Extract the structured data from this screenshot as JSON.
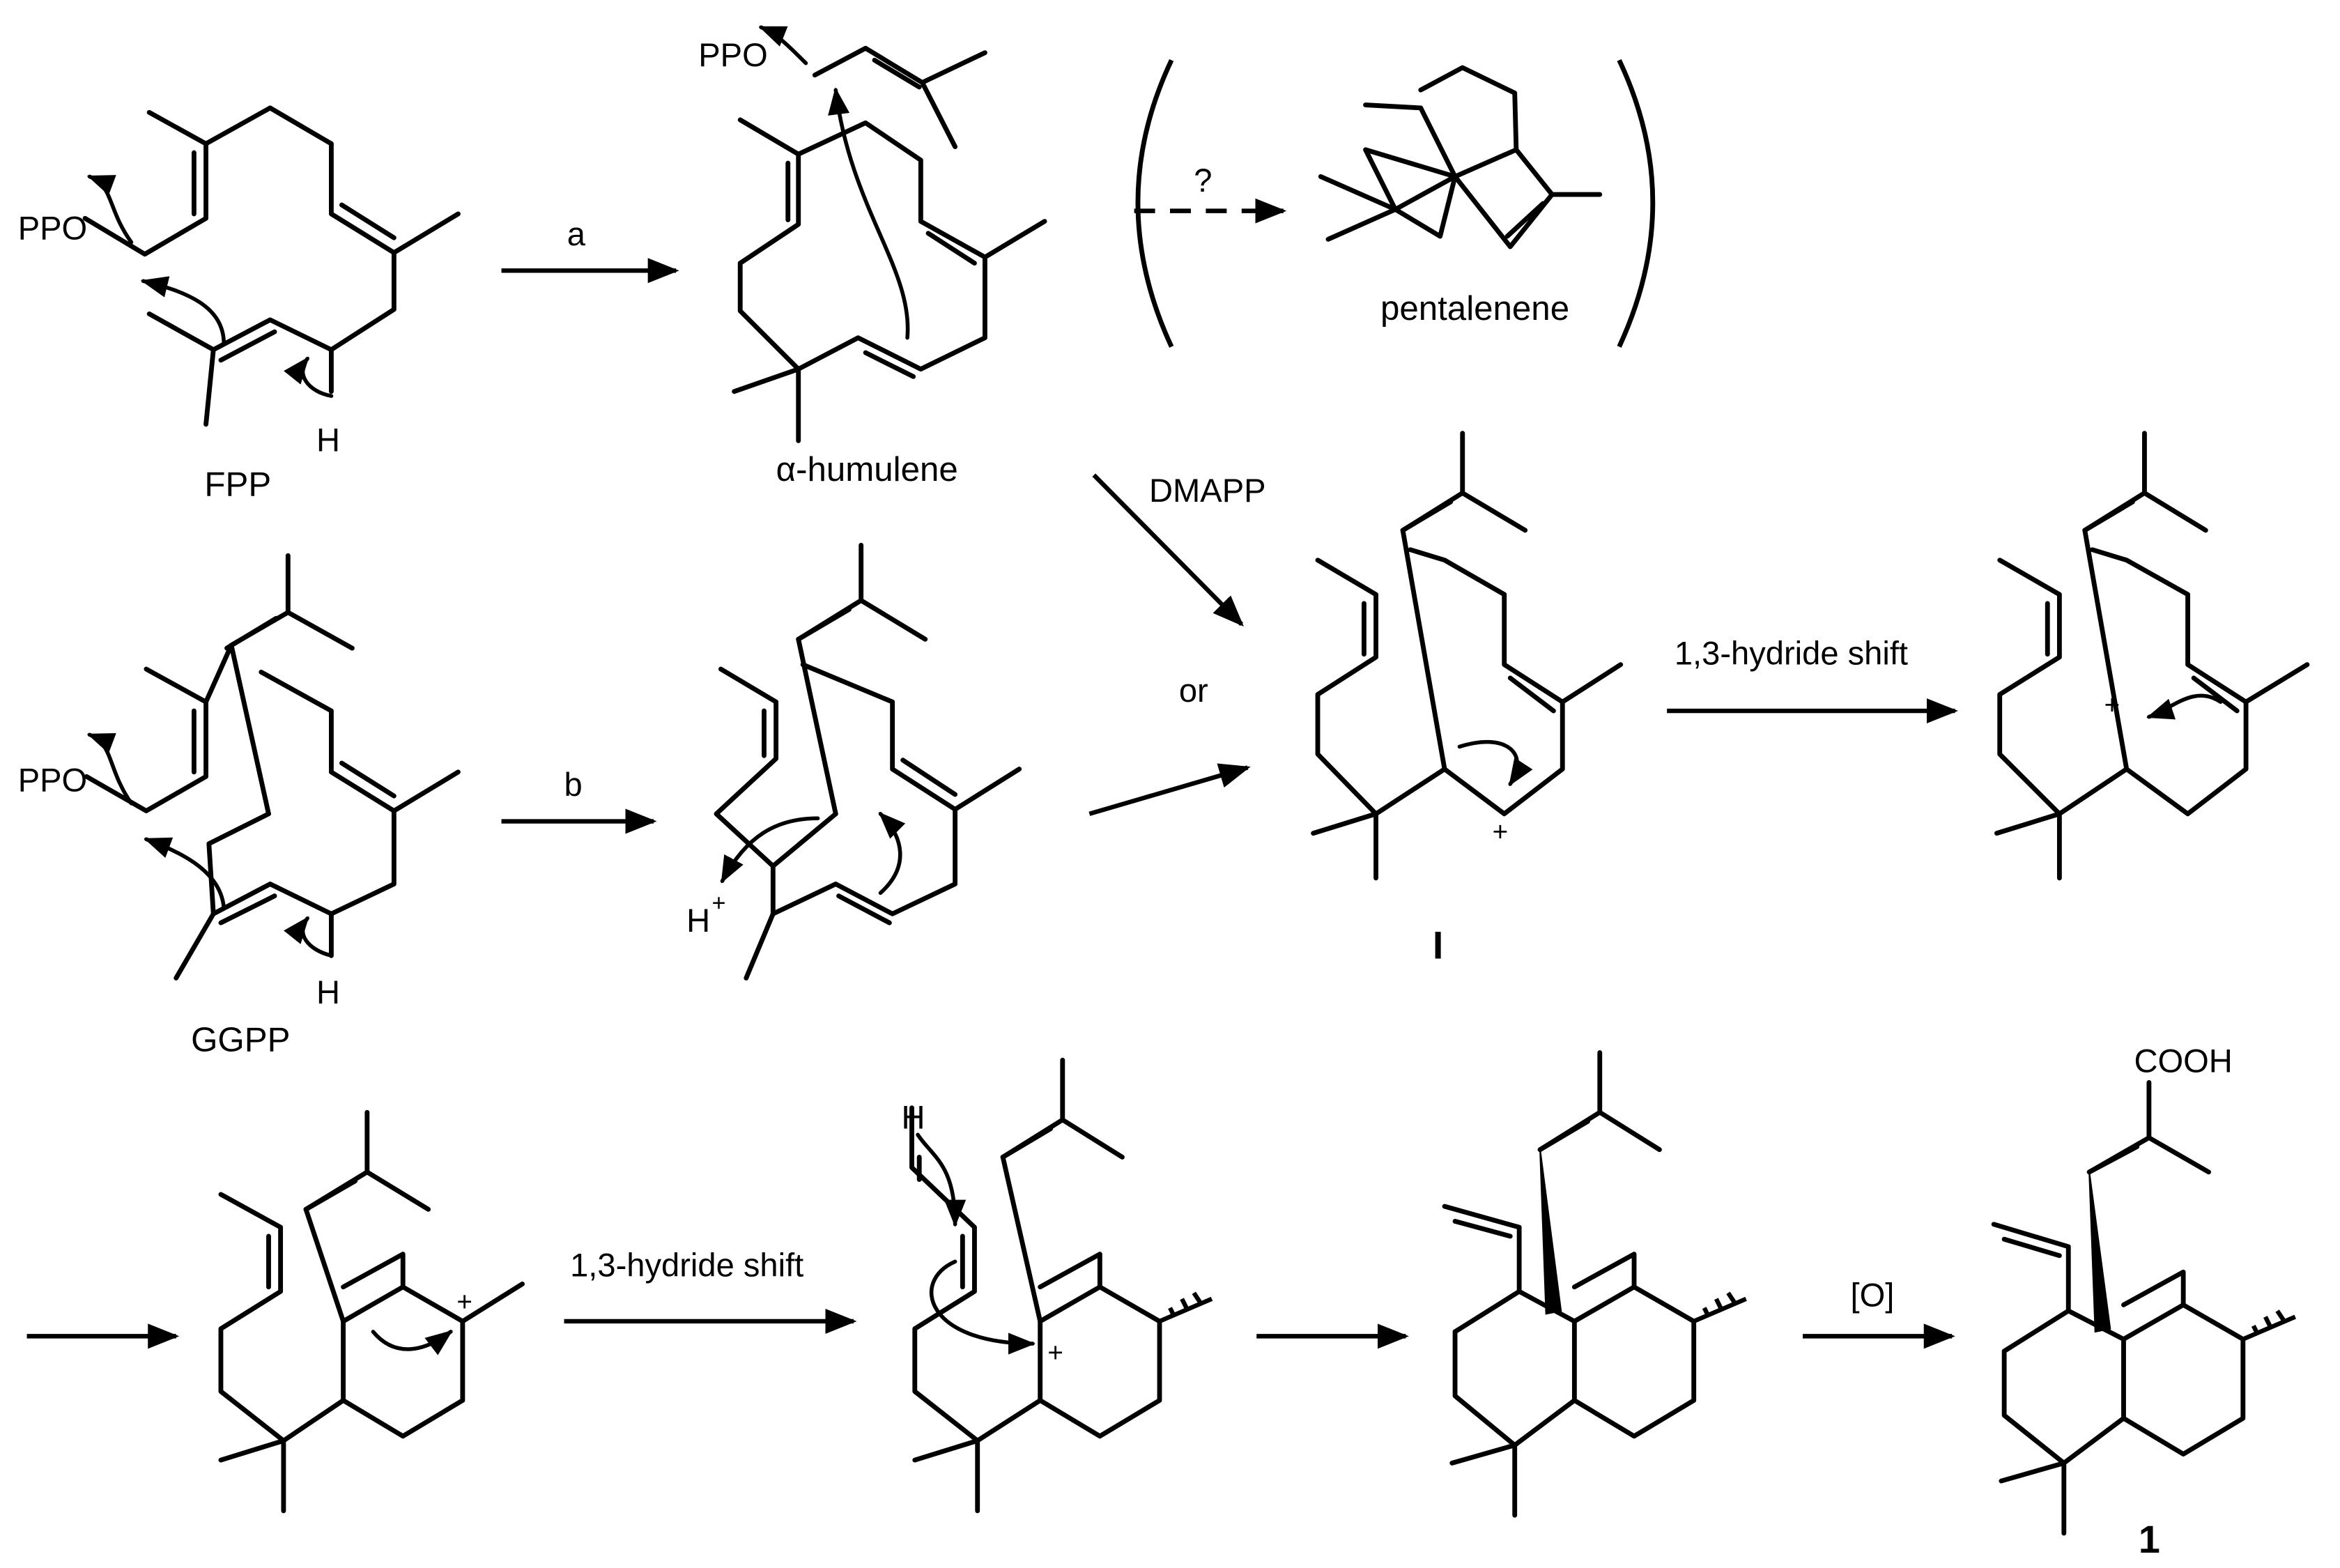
{
  "compounds": {
    "fpp": "FPP",
    "humulene": "α-humulene",
    "pentalenene": "pentalenene",
    "ggpp": "GGPP",
    "intermediate_i": "I",
    "product_1": "1"
  },
  "reagents": {
    "pathway_a": "a",
    "pathway_b": "b",
    "question": "?",
    "dmapp": "DMAPP",
    "or": "or",
    "hydride_shift_top": "1,3-hydride shift",
    "hydride_shift_bottom": "1,3-hydride shift",
    "oxidation": "[O]"
  },
  "groups": {
    "ppo_fpp": "PPO",
    "ppo_humulene": "PPO",
    "ppo_ggpp": "PPO",
    "h_fpp": "H",
    "h_ggpp": "H",
    "h_bottom": "H",
    "proton": "H",
    "proton_charge": "+",
    "cooh": "COOH"
  },
  "charges": {
    "c1": "+",
    "c2": "+",
    "c3": "+",
    "c4": "+"
  }
}
